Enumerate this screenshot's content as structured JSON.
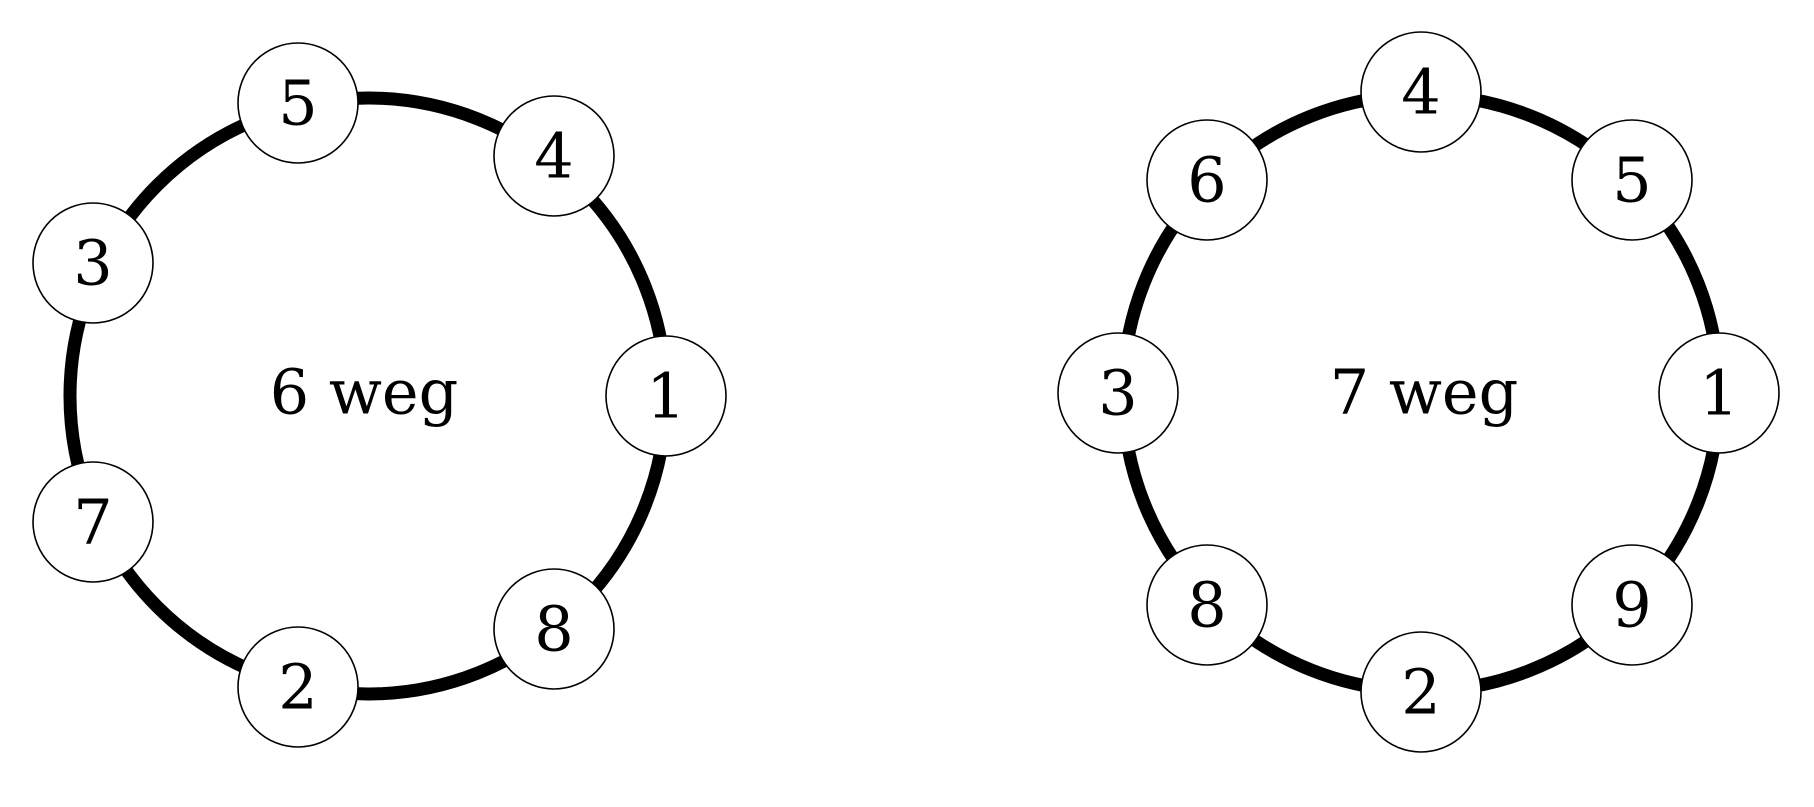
{
  "colors": {
    "background": "#ffffff",
    "ring": "#000000",
    "node_fill": "#ffffff",
    "text": "#000000"
  },
  "diagrams": [
    {
      "center_label": "6 weg",
      "nodes": [
        {
          "id": "node-1",
          "label": "1"
        },
        {
          "id": "node-8",
          "label": "8"
        },
        {
          "id": "node-2",
          "label": "2"
        },
        {
          "id": "node-7",
          "label": "7"
        },
        {
          "id": "node-3",
          "label": "3"
        },
        {
          "id": "node-5",
          "label": "5"
        },
        {
          "id": "node-4",
          "label": "4"
        }
      ]
    },
    {
      "center_label": "7 weg",
      "nodes": [
        {
          "id": "node-1",
          "label": "1"
        },
        {
          "id": "node-9",
          "label": "9"
        },
        {
          "id": "node-2",
          "label": "2"
        },
        {
          "id": "node-8",
          "label": "8"
        },
        {
          "id": "node-3",
          "label": "3"
        },
        {
          "id": "node-6",
          "label": "6"
        },
        {
          "id": "node-4",
          "label": "4"
        },
        {
          "id": "node-5",
          "label": "5"
        }
      ]
    }
  ]
}
